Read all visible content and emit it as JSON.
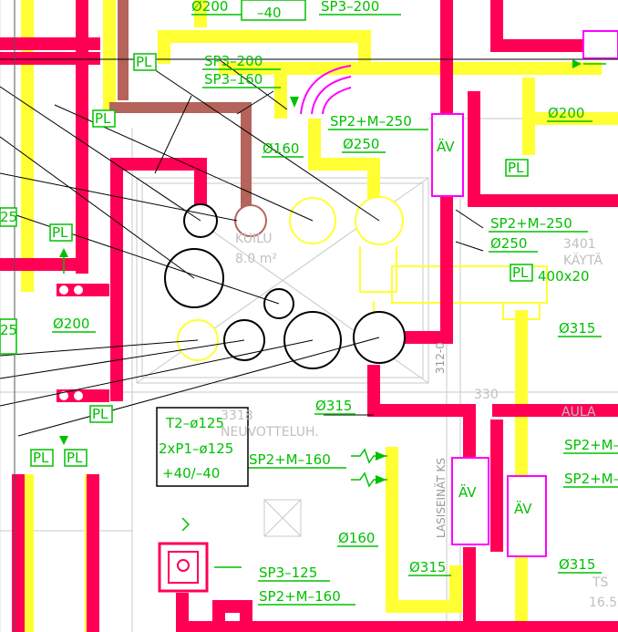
{
  "colors": {
    "supply_duct": "#ffff33",
    "extract_duct": "#ff0055",
    "leader": "#000000",
    "label": "#00c000",
    "box": "#ff00ff",
    "brown": "#b4645a"
  },
  "labels": {
    "d200_top": "Ø200",
    "minus40_top": "–40",
    "sp3_200_top": "SP3–200",
    "sp3_200": "SP3–200",
    "sp3_160": "SP3–160",
    "sp2m250_a": "SP2+M–250",
    "d160_a": "Ø160",
    "d250_a": "Ø250",
    "sp2m250_b": "SP2+M–250",
    "d250_b": "Ø250",
    "d200_right": "Ø200",
    "d200_left": "Ø200",
    "d315_mid": "Ø315",
    "d315_right": "Ø315",
    "sp2m160_mid": "SP2+M–160",
    "d160_b": "Ø160",
    "d315_low": "Ø315",
    "d315_low_right": "Ø315",
    "sp3_125": "SP3–125",
    "sp2m160_low": "SP2+M–160",
    "sp2m_right_a": "SP2+M–",
    "sp2m_right_b": "SP2+M–",
    "pl": "PL",
    "av": "ÄV",
    "num_25": "25",
    "duct_400": "400x20",
    "room_3401": "3401",
    "room_kayta": "KÄYTÄ",
    "room_kuilu": "KUILU",
    "room_kuilu_area": "8.0 m²",
    "room_3318": "3318",
    "room_neuvotteluh": "NEUVOTTELUH.",
    "room_330": "330",
    "room_aula": "AULA",
    "room_ts": "TS",
    "room_165": "16.5",
    "wall_lasiseinat": "LASISEINÄT KS",
    "wall_312": "312-0"
  },
  "note_box": {
    "line1": "T2–ø125",
    "line2": "2xP1–ø125",
    "line3": "+40/–40"
  }
}
